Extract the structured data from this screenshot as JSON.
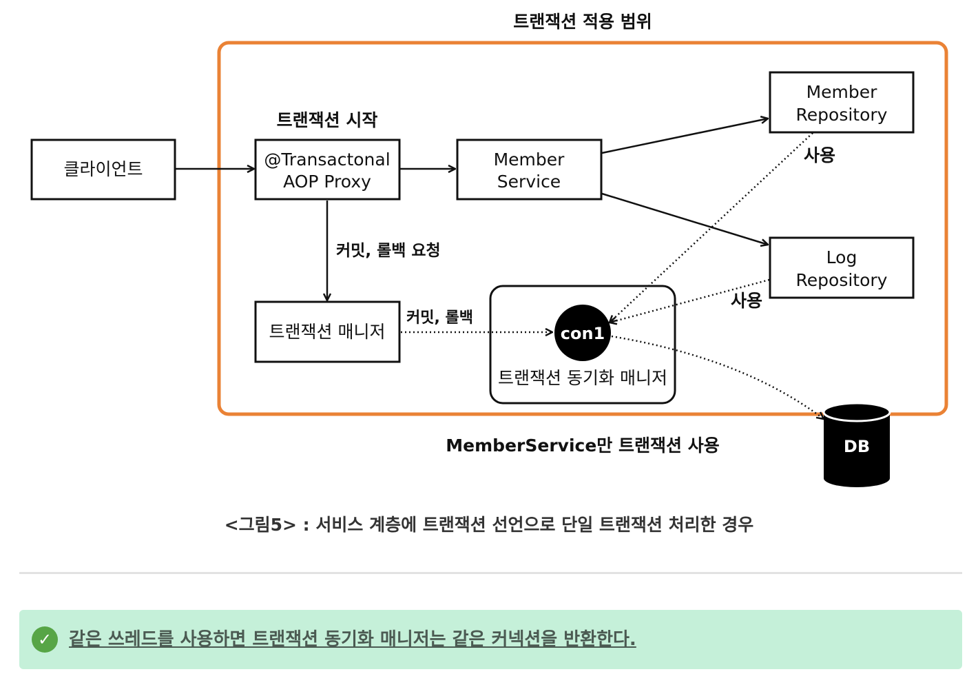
{
  "diagram": {
    "scope_title": "트랜잭션 적용 범위",
    "tx_start_label": "트랜잭션 시작",
    "client": "클라이언트",
    "proxy": [
      "@Transactonal",
      "AOP Proxy"
    ],
    "member_service": [
      "Member",
      "Service"
    ],
    "member_repository": [
      "Member",
      "Repository"
    ],
    "log_repository": [
      "Log",
      "Repository"
    ],
    "commit_rollback_request": "커밋, 롤백 요청",
    "commit_rollback": "커밋, 롤백",
    "tx_manager": "트랜잭션 매니저",
    "connection": "con1",
    "sync_manager": "트랜잭션 동기화 매니저",
    "use_label_1": "사용",
    "use_label_2": "사용",
    "db": "DB",
    "bottom_label": "MemberService만 트랜잭션 사용",
    "colors": {
      "scope_border": "#ea8235",
      "stroke": "#111111"
    }
  },
  "figure_caption": "<그림5> : 서비스 계층에 트랜잭션 선언으로 단일 트랜잭션 처리한 경우",
  "callout": {
    "icon": "check-circle-icon",
    "text": "같은 쓰레드를 사용하면 트랜잭션 동기화 매니저는 같은 커넥션을 반환한다."
  }
}
